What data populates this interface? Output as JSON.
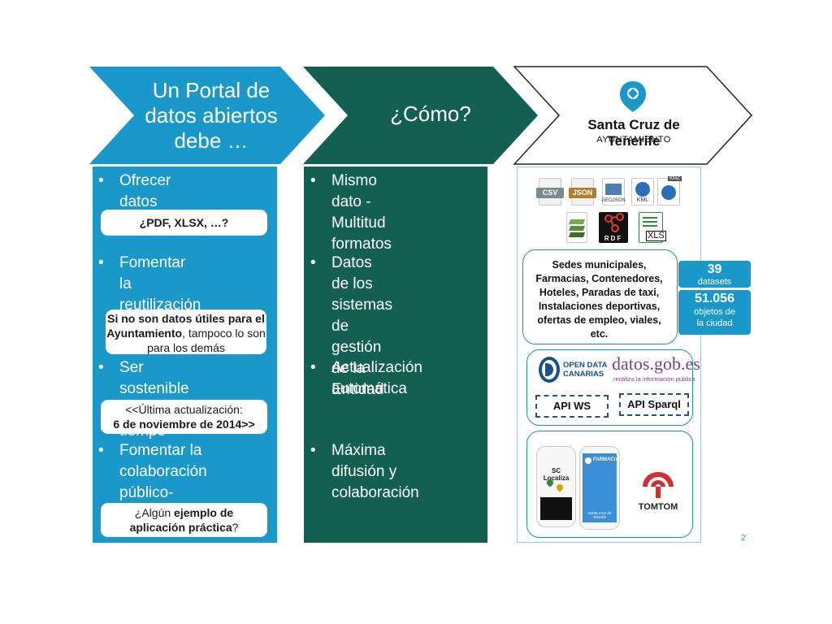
{
  "header": {
    "col1_title": "Un Portal de\ndatos abiertos\ndebe …",
    "col2_title": "¿Cómo?",
    "col3_org_name": "Santa Cruz de Tenerife",
    "col3_org_sub": "AYUNTAMIENTO"
  },
  "col1": {
    "bullets": [
      "Ofrecer datos\n“abiertos“",
      "Fomentar la\nreutilización y la\ninnovación",
      "Ser sostenible en el\ntiempo",
      "Fomentar la\ncolaboración\npúblico-privada"
    ],
    "notes": {
      "n1": "¿PDF, XLSX, …?",
      "n2_bold": "Si no son datos útiles para el Ayuntamiento",
      "n2_rest": ", tampoco lo son para los demás",
      "n3_line1": "<<Última actualización:",
      "n3_line2": "6 de noviembre de 2014>>",
      "n4_pre": "¿Algún ",
      "n4_bold1": "ejemplo de",
      "n4_bold2": "aplicación práctica",
      "n4_post": "?"
    }
  },
  "col2": {
    "bullets": [
      "Mismo dato -\nMultitud formatos",
      "Datos de los\nsistemas de gestión\nde la Entidad",
      "Actualización\nautomática",
      "Máxima difusión y\ncolaboración"
    ]
  },
  "col3": {
    "formats": [
      "CSV",
      "JSON",
      "GEOJSON",
      "KML",
      "KMZ",
      "RDF",
      "XLS"
    ],
    "datasets_text": "Sedes municipales,\nFarmacias, Contenedores,\nHoteles, Paradas de taxi,\nInstalaciones deportivas,\nofertas de empleo, viales,\netc.",
    "badge1_num": "39",
    "badge1_label": "datasets",
    "badge2_num": "51.056",
    "badge2_label": "objetos de\nla ciudad",
    "portal1_line1": "OPEN DATA",
    "portal1_line2": "CANARIAS",
    "portal2_name": "datos.gob.es",
    "portal2_tagline": "reutiliza la información pública",
    "api1": "API WS",
    "api2": "API Sparql",
    "app1_title": "SC Localiza",
    "app2_title": "FARMACIAS",
    "app2_footer": "Santa Cruz de Tenerife",
    "tomtom": "TOMTOM"
  },
  "page_number": "2",
  "colors": {
    "blue": "#1a98c9",
    "green": "#136052",
    "border": "#1f8fb5"
  }
}
